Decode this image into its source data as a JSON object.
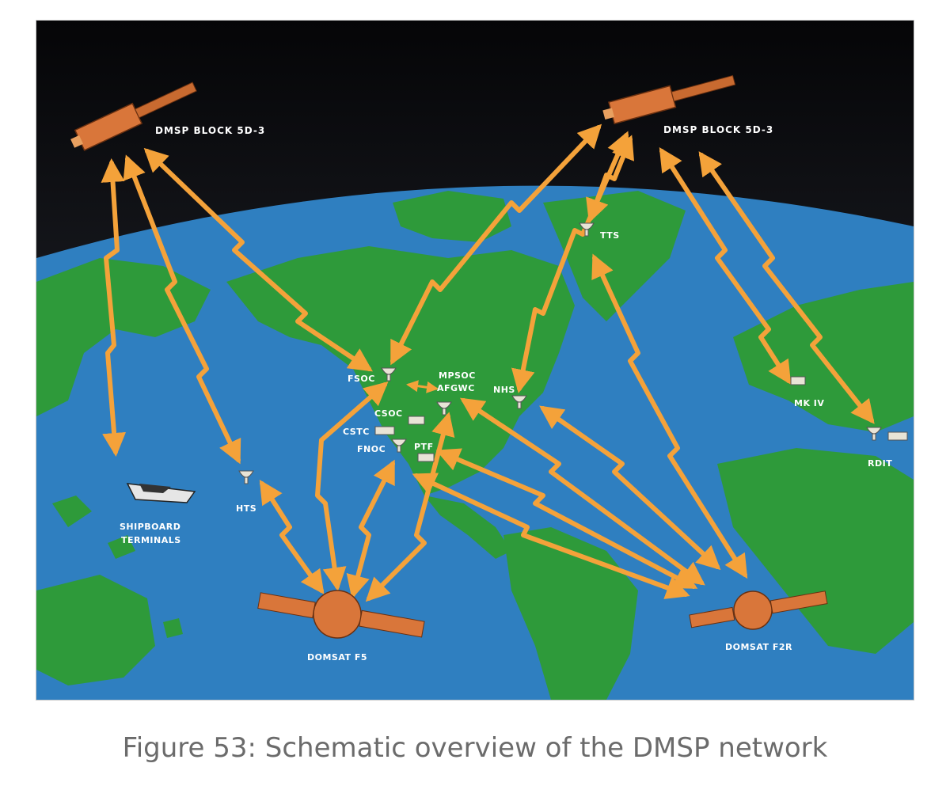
{
  "caption": "Figure 53: Schematic overview of the DMSP network",
  "labels": {
    "dmsp_left": "DMSP BLOCK 5D-3",
    "dmsp_right": "DMSP BLOCK 5D-3",
    "tts": "TTS",
    "fsoc": "FSOC",
    "mpsoc": "MPSOC",
    "afgwc": "AFGWC",
    "nhs": "NHS",
    "csoc": "CSOC",
    "cstc": "CSTC",
    "fnoc": "FNOC",
    "ptf": "PTF",
    "hts": "HTS",
    "shipboard_1": "SHIPBOARD",
    "shipboard_2": "TERMINALS",
    "mk_iv": "MK IV",
    "rdit": "RDIT",
    "domsat_f5": "DOMSAT F5",
    "domsat_f2r": "DOMSAT F2R"
  },
  "colors": {
    "space": "#0d0d10",
    "ocean": "#2f7fc0",
    "land": "#2e9a3a",
    "link": "#f4a23a",
    "satellite": "#d9763a"
  }
}
